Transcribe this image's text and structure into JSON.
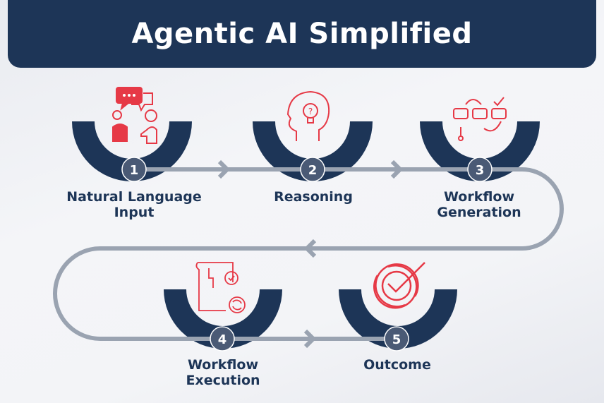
{
  "title": "Agentic AI Simplified",
  "steps": [
    {
      "number": "1",
      "label_line1": "Natural Language",
      "label_line2": "Input",
      "icon": "conversation-icon"
    },
    {
      "number": "2",
      "label_line1": "Reasoning",
      "label_line2": "",
      "icon": "thinking-head-icon"
    },
    {
      "number": "3",
      "label_line1": "Workflow",
      "label_line2": "Generation",
      "icon": "flowchart-icon"
    },
    {
      "number": "4",
      "label_line1": "Workflow",
      "label_line2": "Execution",
      "icon": "process-document-icon"
    },
    {
      "number": "5",
      "label_line1": "Outcome",
      "label_line2": "",
      "icon": "check-cycle-icon"
    }
  ],
  "colors": {
    "navy": "#1d3557",
    "accent": "#e63946",
    "path": "#9aa3b1",
    "badge": "#4a5a75"
  }
}
